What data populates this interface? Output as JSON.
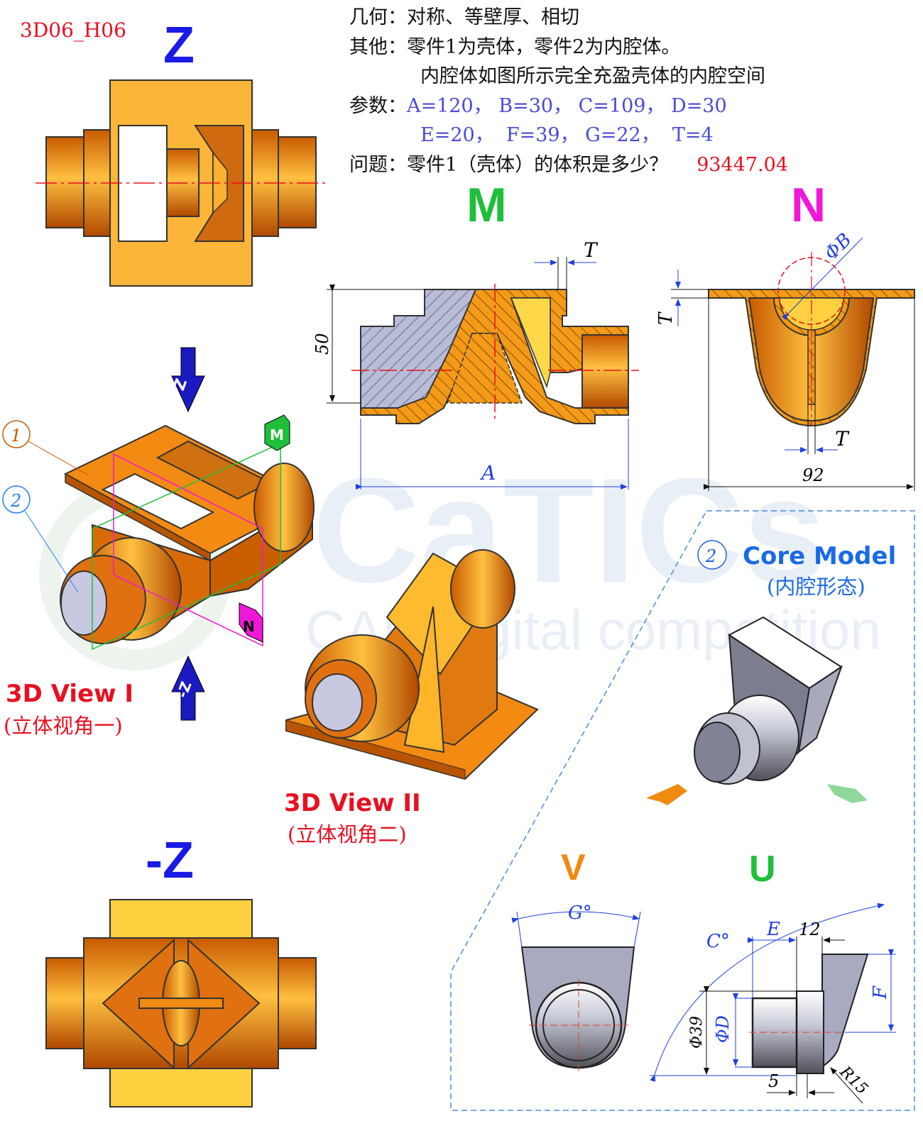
{
  "drawing_id": "3D06_H06",
  "info": {
    "geometry_label": "几何：",
    "geometry_value": "对称、等壁厚、相切",
    "other_label": "其他：",
    "other_line1": "零件1为壳体，零件2为内腔体。",
    "other_line2": "内腔体如图所示完全充盈壳体的内腔空间",
    "params_label": "参数：",
    "params_line1": "A=120， B=30， C=109， D=30",
    "params_line2": "E=20，  F=39， G=22，  T=4",
    "question_label": "问题：",
    "question": "零件1（壳体）的体积是多少？",
    "answer": "93447.04"
  },
  "views": {
    "z": "Z",
    "neg_z": "-Z",
    "m": "M",
    "n": "N",
    "v": "V",
    "u": "U",
    "view1_title": "3D View I",
    "view1_sub": "(立体视角一)",
    "view2_title": "3D View II",
    "view2_sub": "(立体视角二)",
    "core_num": "2",
    "core_title": "Core Model",
    "core_sub": "(内腔形态)",
    "part1": "1",
    "part2": "2",
    "arrow_z": "Z",
    "arrow_neg_z": "-Z",
    "flag_m": "M",
    "flag_n": "N"
  },
  "dims": {
    "m_T": "T",
    "m_50": "50",
    "m_A": "A",
    "n_B": "ΦB",
    "n_T_left": "T",
    "n_T_bottom": "T",
    "n_92": "92",
    "v_G": "G°",
    "u_C": "C°",
    "u_E": "E",
    "u_12": "12",
    "u_F": "F",
    "u_39": "Φ39",
    "u_D": "ΦD",
    "u_5": "5",
    "u_R15": "R15"
  },
  "watermark": {
    "logo": "CaTICs",
    "tagline": "CAD digital competition"
  },
  "colors": {
    "orange": "#f08a10",
    "dark_orange": "#b85400",
    "yellow": "#fbbf2a",
    "blue": "#1a1ae6",
    "green": "#1fbf3a",
    "magenta": "#f018d8",
    "red": "#e81020",
    "dim_blue": "#2040e0"
  }
}
